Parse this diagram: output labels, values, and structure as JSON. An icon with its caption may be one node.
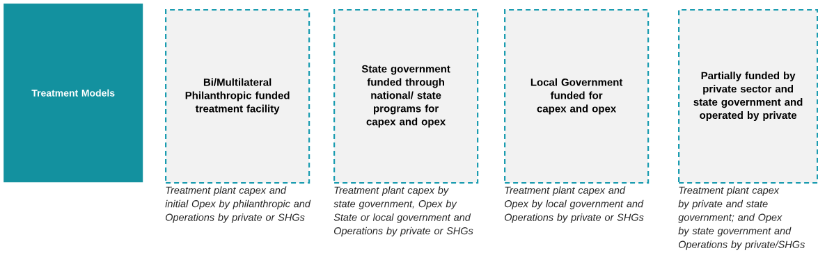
{
  "diagram": {
    "nodes": [
      {
        "text": [
          "Treatment Models"
        ]
      },
      {
        "text": [
          "Bi/Multilateral Philanthropic funded treatment facility"
        ],
        "beside": [
          "Treatment plant capex and initial Opex by philanthropic and Operations by private or SHGs"
        ]
      },
      {
        "text": [
          "State government funded through national/ state programs for capex and opex"
        ],
        "beside": [
          "Treatment plant capex by state government, Opex by State or local government and Operations by private or SHGs"
        ]
      },
      {
        "text": [
          "Local Government funded for capex and opex"
        ],
        "beside": [
          "Treatment plant capex and Opex by local government and Operations by private or SHGs"
        ]
      },
      {
        "text": [
          "Partially funded by private sector and state government and operated by private"
        ],
        "beside": [
          "Treatment plant capex by private and state government; and Opex by state government and Operations by private/SHGs"
        ]
      }
    ]
  }
}
